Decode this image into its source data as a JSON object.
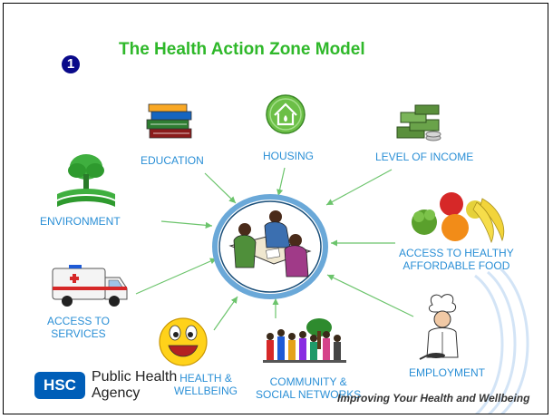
{
  "slide": {
    "number": "1",
    "title": "The Health Action Zone Model"
  },
  "labels": {
    "education": "EDUCATION",
    "housing": "HOUSING",
    "income": "LEVEL OF INCOME",
    "environment": "ENVIRONMENT",
    "food_line1": "ACCESS TO HEALTHY",
    "food_line2": "AFFORDABLE FOOD",
    "services_line1": "ACCESS TO",
    "services_line2": "SERVICES",
    "health_line1": "HEALTH &",
    "health_line2": "WELLBEING",
    "community_line1": "COMMUNITY &",
    "community_line2": "SOCIAL NETWORKS",
    "employment": "EMPLOYMENT"
  },
  "branding": {
    "badge": "HSC",
    "org_line1": "Public Health",
    "org_line2": "Agency",
    "tagline": "Improving Your Health and Wellbeing"
  },
  "colors": {
    "title": "#2fb82a",
    "labels": "#2a8fd6",
    "arrows": "#6cc46c",
    "badge": "#005eb8"
  },
  "icons": [
    "books-icon",
    "house-icon",
    "money-icon",
    "tree-icon",
    "center-people-icon",
    "fruit-icon",
    "ambulance-icon",
    "smiley-icon",
    "community-icon",
    "chef-icon"
  ]
}
